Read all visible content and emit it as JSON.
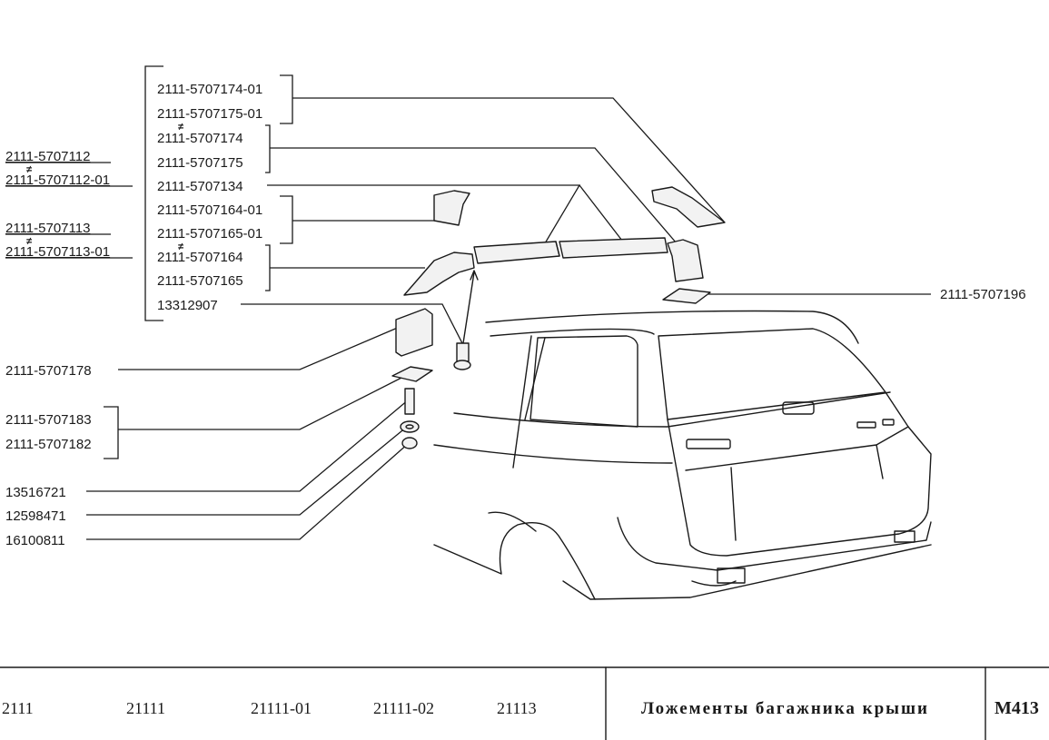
{
  "parts": {
    "p174_01": "2111-5707174-01",
    "p175_01": "2111-5707175-01",
    "p174": "2111-5707174",
    "p175": "2111-5707175",
    "p134": "2111-5707134",
    "p164_01": "2111-5707164-01",
    "p165_01": "2111-5707165-01",
    "p164": "2111-5707164",
    "p165": "2111-5707165",
    "p13312907": "13312907",
    "p112": "2111-5707112",
    "p112_01": "2111-5707112-01",
    "p113": "2111-5707113",
    "p113_01": "2111-5707113-01",
    "p196": "2111-5707196",
    "p178": "2111-5707178",
    "p183": "2111-5707183",
    "p182": "2111-5707182",
    "p13516721": "13516721",
    "p12598471": "12598471",
    "p16100811": "16100811"
  },
  "neq_mark": "≠",
  "footer": {
    "models": [
      "2111",
      "21111",
      "21111-01",
      "21111-02",
      "21113"
    ],
    "title": "Ложементы багажника крыши",
    "code": "M413"
  }
}
